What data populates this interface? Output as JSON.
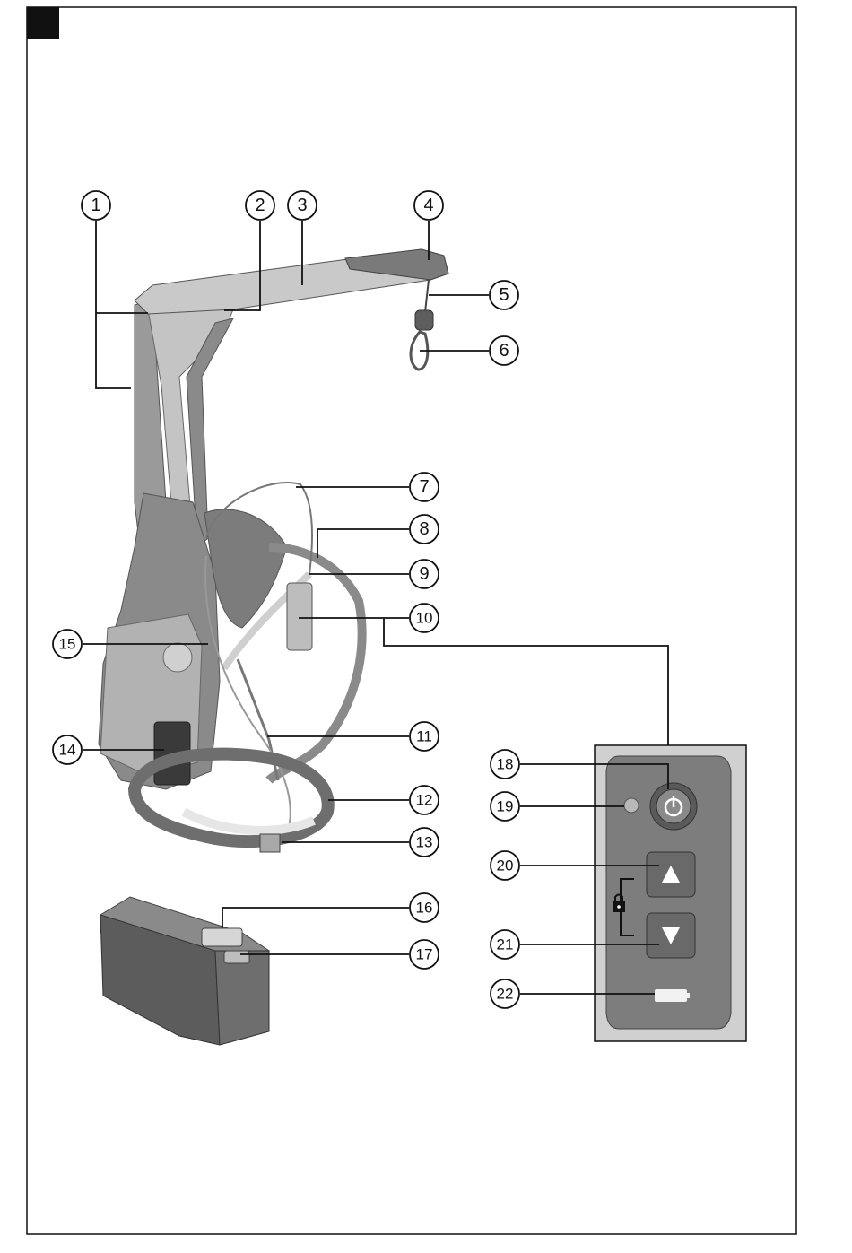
{
  "callouts": [
    {
      "id": "c1",
      "label": "1"
    },
    {
      "id": "c2",
      "label": "2"
    },
    {
      "id": "c3",
      "label": "3"
    },
    {
      "id": "c4",
      "label": "4"
    },
    {
      "id": "c5",
      "label": "5"
    },
    {
      "id": "c6",
      "label": "6"
    },
    {
      "id": "c7",
      "label": "7"
    },
    {
      "id": "c8",
      "label": "8"
    },
    {
      "id": "c9",
      "label": "9"
    },
    {
      "id": "c10",
      "label": "10"
    },
    {
      "id": "c11",
      "label": "11"
    },
    {
      "id": "c12",
      "label": "12"
    },
    {
      "id": "c13",
      "label": "13"
    },
    {
      "id": "c14",
      "label": "14"
    },
    {
      "id": "c15",
      "label": "15"
    },
    {
      "id": "c16",
      "label": "16"
    },
    {
      "id": "c17",
      "label": "17"
    },
    {
      "id": "c18",
      "label": "18"
    },
    {
      "id": "c19",
      "label": "19"
    },
    {
      "id": "c20",
      "label": "20"
    },
    {
      "id": "c21",
      "label": "21"
    },
    {
      "id": "c22",
      "label": "22"
    }
  ],
  "icons": {
    "power": "power-icon",
    "up": "arrow-up-icon",
    "down": "arrow-down-icon",
    "lock": "lock-icon",
    "battery": "battery-level-icon"
  },
  "colors": {
    "frame_light": "#b9b9b9",
    "frame_mid": "#8e8e8e",
    "frame_dark": "#6a6a6a",
    "panel": "#7d7d7d",
    "ink": "#111111"
  }
}
